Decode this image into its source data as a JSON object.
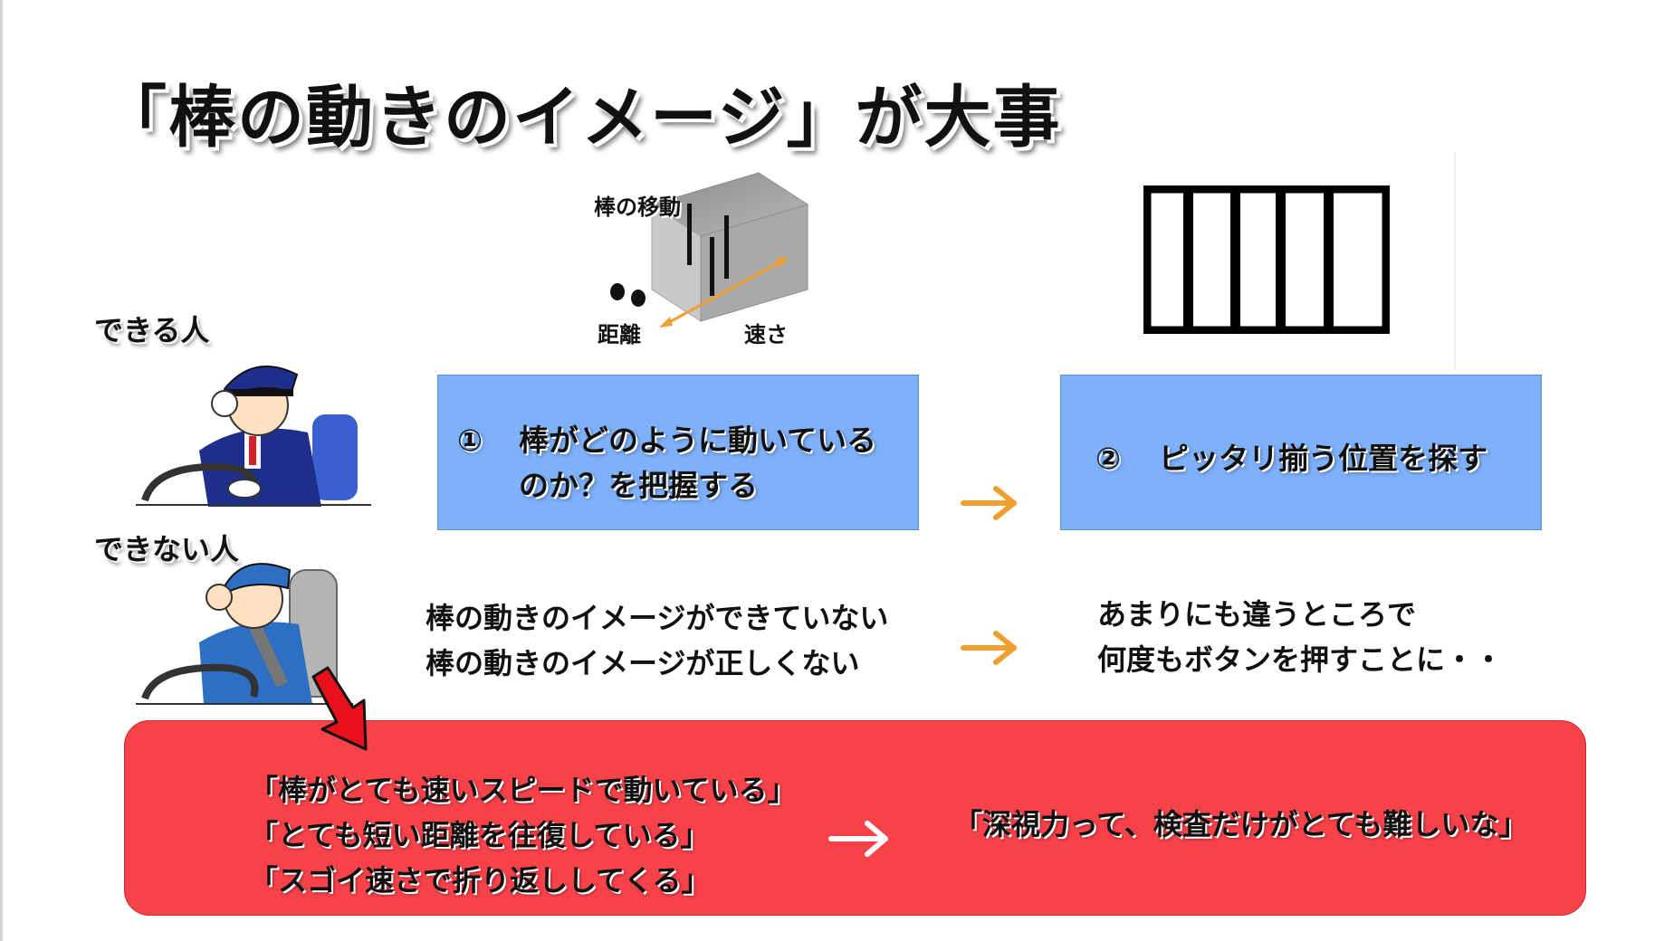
{
  "slide": {
    "title": "「棒の動きのイメージ」が大事",
    "person_can_label": "できる人",
    "person_cannot_label": "できない人",
    "diagram": {
      "movement_label": "棒の移動",
      "distance_label": "距離",
      "speed_label": "速さ"
    },
    "step1": {
      "number": "①",
      "line1": "棒がどのように動いている",
      "line2": "のか？を把握する"
    },
    "step2": {
      "number": "②",
      "text": "ピッタリ揃う位置を探す"
    },
    "cannot_cause": {
      "line1": "棒の動きのイメージができていない",
      "line2": "棒の動きのイメージが正しくない"
    },
    "cannot_result": {
      "line1": "あまりにも違うところで",
      "line2": "何度もボタンを押すことに・・"
    },
    "red_box": {
      "quote1": "「棒がとても速いスピードで動いている」",
      "quote2": "「とても短い距離を往復している」",
      "quote3": "「スゴイ速さで折り返ししてくる」",
      "conclusion": "「深視力って、検査だけがとても難しいな」"
    }
  },
  "colors": {
    "blue_box": "#7fb1fb",
    "red_box": "#f7424a",
    "orange_arrow": "#f0a030",
    "uniform_navy": "#1d2f8a",
    "uniform_blue": "#2e6fc4"
  },
  "icons": [
    "orange-arrow-icon",
    "white-arrow-icon",
    "red-arrow-icon",
    "rod-cube-diagram",
    "rods-bars-icon",
    "driver-illustration"
  ]
}
